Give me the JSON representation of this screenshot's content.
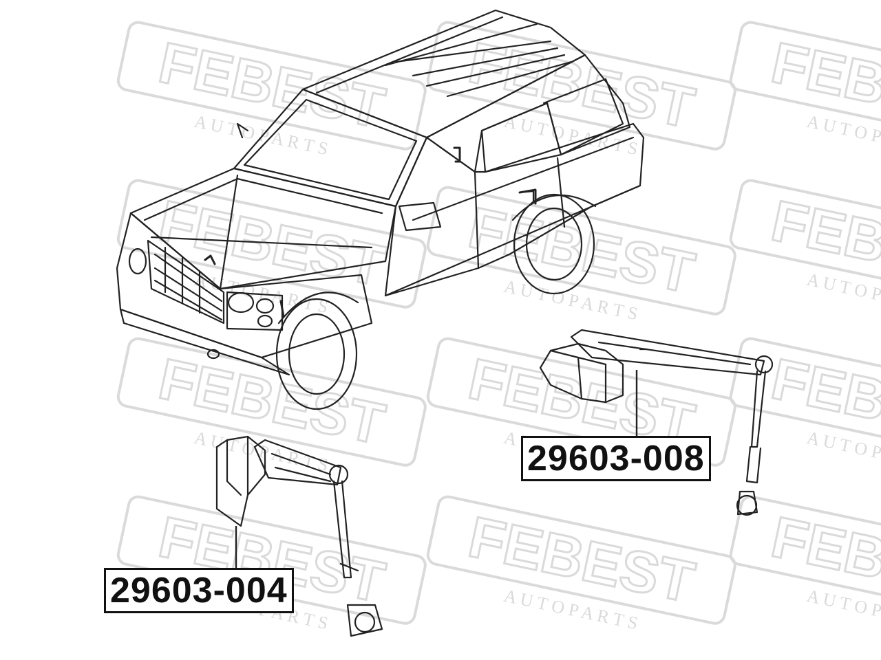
{
  "watermark": {
    "brand": "FEBEST",
    "sub": "A U T O   P A R T S"
  },
  "parts": [
    {
      "number": "29603-008",
      "position": "right"
    },
    {
      "number": "29603-004",
      "position": "left"
    }
  ],
  "colors": {
    "line": "#222222",
    "watermark": "#dadada",
    "label_border": "#111111",
    "background": "#ffffff"
  }
}
